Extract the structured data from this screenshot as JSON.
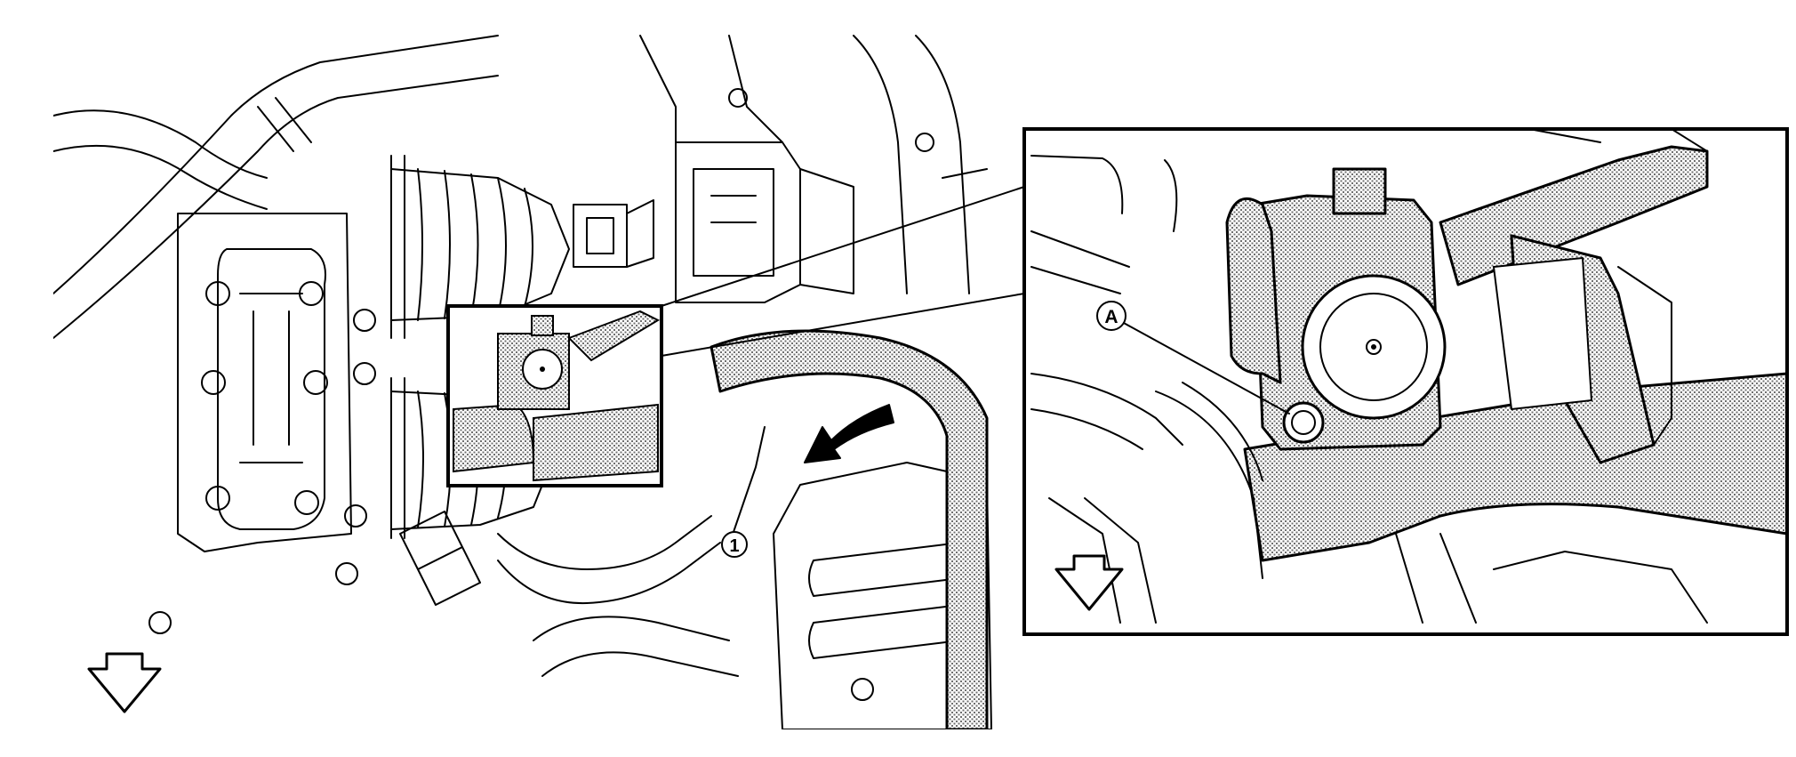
{
  "figure": {
    "callouts": [
      {
        "id": "part-1",
        "label": "1"
      },
      {
        "id": "point-a",
        "label": "A"
      }
    ],
    "icons": [
      "front-direction-arrow-icon",
      "rotation-arrow-icon"
    ],
    "colors": {
      "line": "#000000",
      "background": "#ffffff",
      "hatch": "#7a7a7a"
    }
  }
}
